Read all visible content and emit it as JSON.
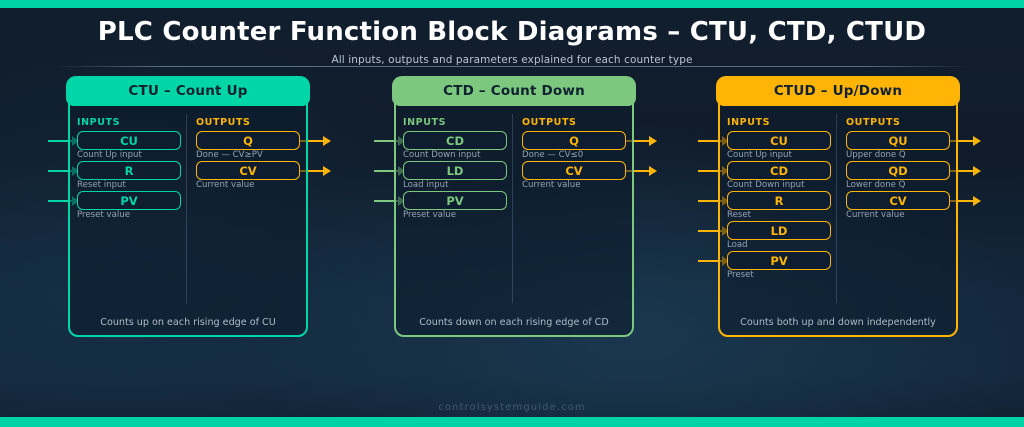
{
  "header": {
    "title": "PLC Counter Function Block Diagrams – CTU, CTD, CTUD",
    "subtitle": "All inputs, outputs and parameters explained for each counter type"
  },
  "footer": {
    "site": "controlsystemguide.com"
  },
  "theme": {
    "background": "#111e2e",
    "accent_bar": "#00d4a6",
    "title_color": "#ffffff",
    "subtitle_color": "#b7c4d2",
    "output_color": "#ffb406",
    "desc_color": "#94a3b4"
  },
  "section_labels": {
    "inputs": "INPUTS",
    "outputs": "OUTPUTS"
  },
  "blocks": [
    {
      "id": "ctu",
      "title": "CTU – Count Up",
      "color": "#00d6a8",
      "header_bg": "#00d6a8",
      "inputs": [
        {
          "name": "CU",
          "desc": "Count Up input"
        },
        {
          "name": "R",
          "desc": "Reset input"
        },
        {
          "name": "PV",
          "desc": "Preset value"
        }
      ],
      "outputs": [
        {
          "name": "Q",
          "desc": "Done — CV≥PV"
        },
        {
          "name": "CV",
          "desc": "Current value"
        }
      ],
      "footnote": "Counts up on each rising edge of CU"
    },
    {
      "id": "ctd",
      "title": "CTD – Count Down",
      "color": "#7cc87f",
      "header_bg": "#7cc87f",
      "inputs": [
        {
          "name": "CD",
          "desc": "Count Down input"
        },
        {
          "name": "LD",
          "desc": "Load input"
        },
        {
          "name": "PV",
          "desc": "Preset value"
        }
      ],
      "outputs": [
        {
          "name": "Q",
          "desc": "Done — CV≤0"
        },
        {
          "name": "CV",
          "desc": "Current value"
        }
      ],
      "footnote": "Counts down on each rising edge of CD"
    },
    {
      "id": "ctud",
      "title": "CTUD – Up/Down",
      "color": "#ffb406",
      "header_bg": "#ffb406",
      "inputs": [
        {
          "name": "CU",
          "desc": "Count Up input"
        },
        {
          "name": "CD",
          "desc": "Count Down input"
        },
        {
          "name": "R",
          "desc": "Reset"
        },
        {
          "name": "LD",
          "desc": "Load"
        },
        {
          "name": "PV",
          "desc": "Preset"
        }
      ],
      "outputs": [
        {
          "name": "QU",
          "desc": "Upper done Q"
        },
        {
          "name": "QD",
          "desc": "Lower done Q"
        },
        {
          "name": "CV",
          "desc": "Current value"
        }
      ],
      "footnote": "Counts both up and down independently"
    }
  ]
}
